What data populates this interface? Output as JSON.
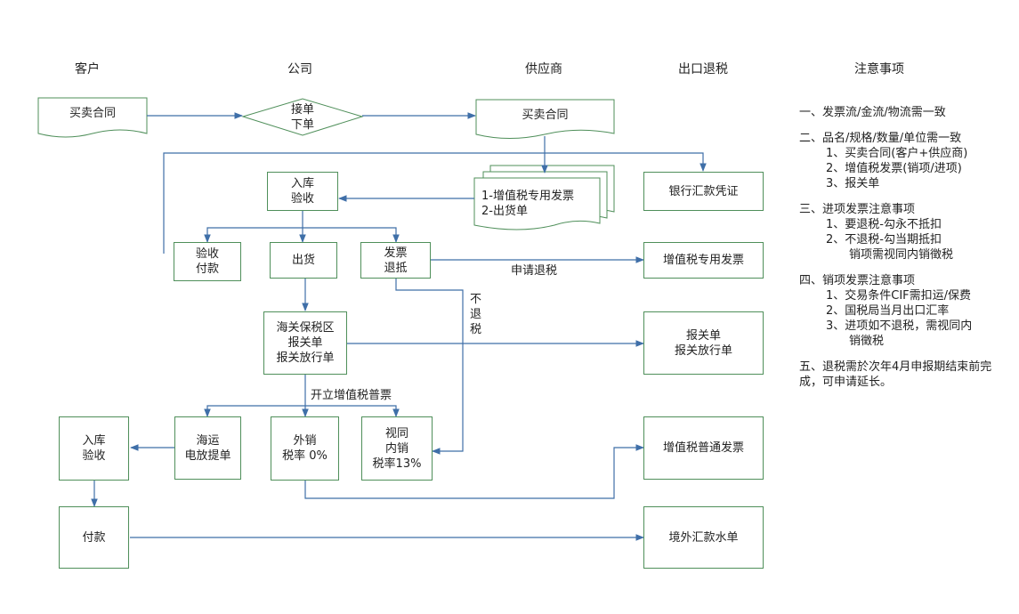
{
  "headers": {
    "customer": "客户",
    "company": "公司",
    "supplier": "供应商",
    "export_rebate": "出口退税",
    "notes": "注意事项"
  },
  "nodes": {
    "customer_contract": [
      "买卖合同"
    ],
    "accept_order": [
      "接单",
      "下单"
    ],
    "supplier_contract": [
      "买卖合同"
    ],
    "supplier_docs": [
      "1-增值税专用发票",
      "2-出货单"
    ],
    "bank_remit": [
      "银行汇款凭证"
    ],
    "warehouse_check": [
      "入库",
      "验收"
    ],
    "check_pay": [
      "验收",
      "付款"
    ],
    "ship": [
      "出货"
    ],
    "invoice_deduct": [
      "发票",
      "退抵"
    ],
    "vat_special": [
      "增值税专用发票"
    ],
    "customs_zone": [
      "海关保税区",
      "报关单",
      "报关放行单"
    ],
    "customs_docs": [
      "报关单",
      "报关放行单"
    ],
    "shipping_bl": [
      "海运",
      "电放提单"
    ],
    "export_sale": [
      "外销",
      "税率 0%"
    ],
    "domestic_sale": [
      "视同",
      "内销",
      "税率13%"
    ],
    "vat_normal": [
      "增值税普通发票"
    ],
    "customer_warehouse": [
      "入库",
      "验收"
    ],
    "payment": [
      "付款"
    ],
    "overseas_remit": [
      "境外汇款水单"
    ]
  },
  "edge_labels": {
    "apply_rebate": "申请退税",
    "no_rebate": [
      "不",
      "退",
      "税"
    ],
    "issue_vat_normal": "开立增值税普票"
  },
  "notes": [
    {
      "title": "一、发票流/金流/物流需一致",
      "items": []
    },
    {
      "title": "二、品名/规格/数量/单位需一致",
      "items": [
        "1、买卖合同(客户+供应商)",
        "2、增值税发票(销项/进项)",
        "3、报关单"
      ]
    },
    {
      "title": "三、进项发票注意事项",
      "items": [
        "1、要退税-勾永不抵扣",
        "2、不退税-勾当期抵扣",
        "销项需视同内销徵税"
      ]
    },
    {
      "title": "四、销项发票注意事项",
      "items": [
        "1、交易条件CIF需扣运/保费",
        "2、国税局当月出口汇率",
        "3、进项如不退税，需视同内",
        "销徵税"
      ]
    },
    {
      "title": "五、退税需於次年4月申报期结束前完成，可申请延长。",
      "items": []
    }
  ],
  "colors": {
    "box_border": "#4f8f5a",
    "arrow": "#3f6fa8"
  }
}
